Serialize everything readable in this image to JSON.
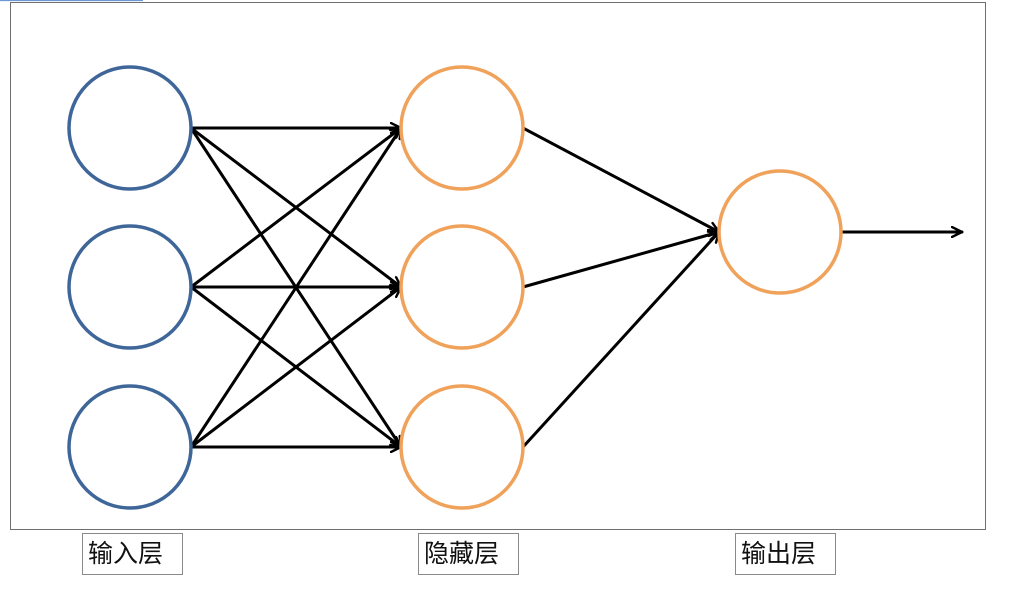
{
  "colors": {
    "input_node": "#3f6699",
    "hidden_node": "#f0a15a",
    "output_node": "#f0a15a",
    "edge": "#000000",
    "frame": "#6f6f6f"
  },
  "layers": {
    "input": {
      "label": "输入层",
      "node_count": 3
    },
    "hidden": {
      "label": "隐藏层",
      "node_count": 3
    },
    "output": {
      "label": "输出层",
      "node_count": 1
    }
  },
  "connections": {
    "input_to_hidden": "fully-connected",
    "hidden_to_output": "fully-connected",
    "output_arrow": true
  }
}
